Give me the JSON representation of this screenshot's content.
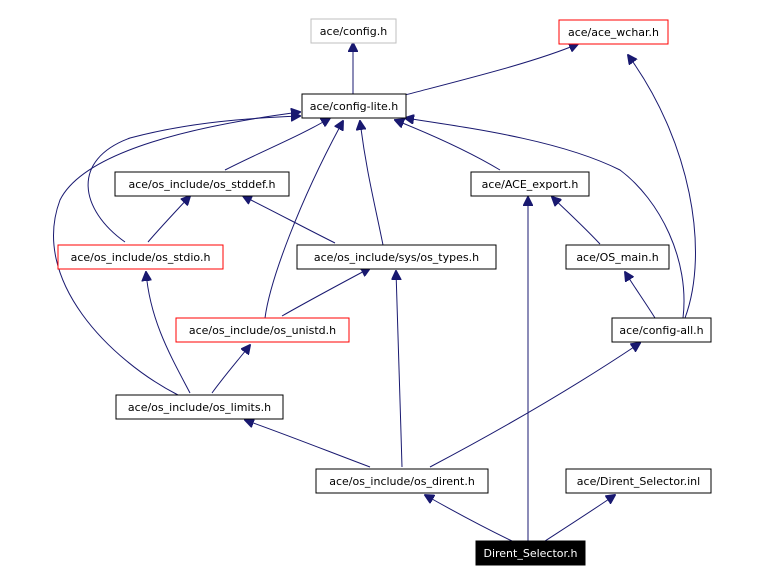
{
  "colors": {
    "edge": "#191970",
    "border_default": "#000000",
    "border_truncated": "#ff0000",
    "border_external": "#bfbfbf",
    "root_fill": "#000000",
    "root_text": "#ffffff",
    "node_fill": "#ffffff",
    "node_text": "#000000"
  },
  "nodes": {
    "config_h": "ace/config.h",
    "ace_wchar_h": "ace/ace_wchar.h",
    "config_lite_h": "ace/config-lite.h",
    "os_stddef_h": "ace/os_include/os_stddef.h",
    "ace_export_h": "ace/ACE_export.h",
    "os_stdio_h": "ace/os_include/os_stdio.h",
    "sys_os_types_h": "ace/os_include/sys/os_types.h",
    "os_main_h": "ace/OS_main.h",
    "os_unistd_h": "ace/os_include/os_unistd.h",
    "config_all_h": "ace/config-all.h",
    "os_limits_h": "ace/os_include/os_limits.h",
    "os_dirent_h": "ace/os_include/os_dirent.h",
    "dirent_selector_inl": "ace/Dirent_Selector.inl",
    "dirent_selector_h": "Dirent_Selector.h"
  }
}
